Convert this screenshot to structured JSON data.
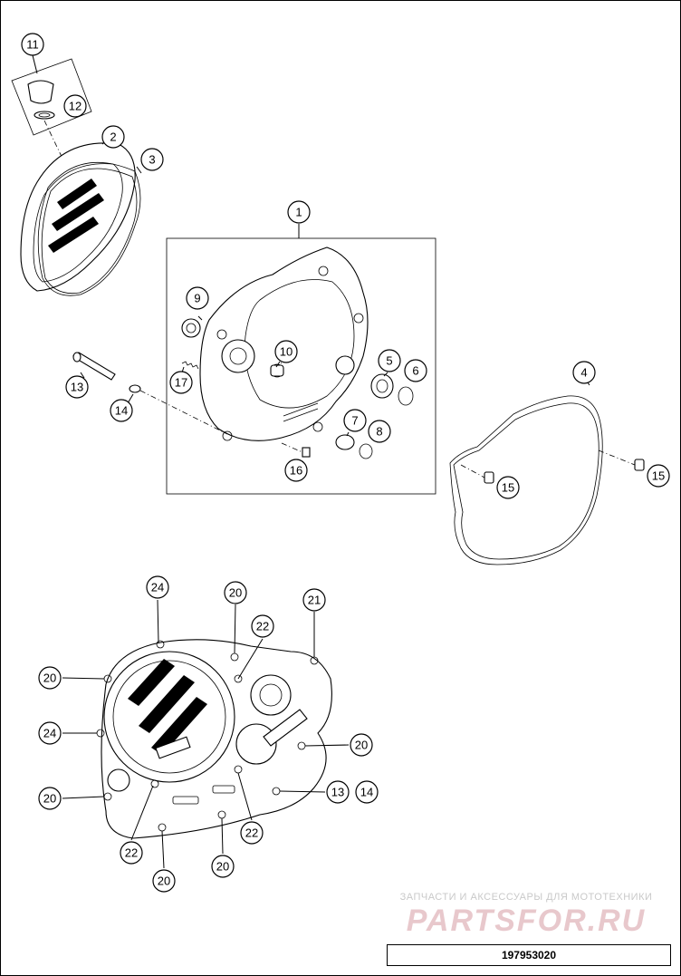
{
  "callouts": {
    "c1": "1",
    "c2": "2",
    "c3": "3",
    "c4": "4",
    "c5": "5",
    "c6": "6",
    "c7": "7",
    "c8": "8",
    "c9": "9",
    "c10": "10",
    "c11": "11",
    "c12": "12",
    "c13": "13",
    "c14": "14",
    "c15": "15",
    "c16": "16",
    "c17": "17",
    "c20": "20",
    "c21": "21",
    "c22": "22",
    "c24": "24"
  },
  "watermark": {
    "line1": "ЗАПЧАСТИ И АКСЕССУАРЫ ДЛЯ МОТОТЕХНИКИ",
    "line2": "PARTSFOR.RU"
  },
  "reference_number": "197953020"
}
